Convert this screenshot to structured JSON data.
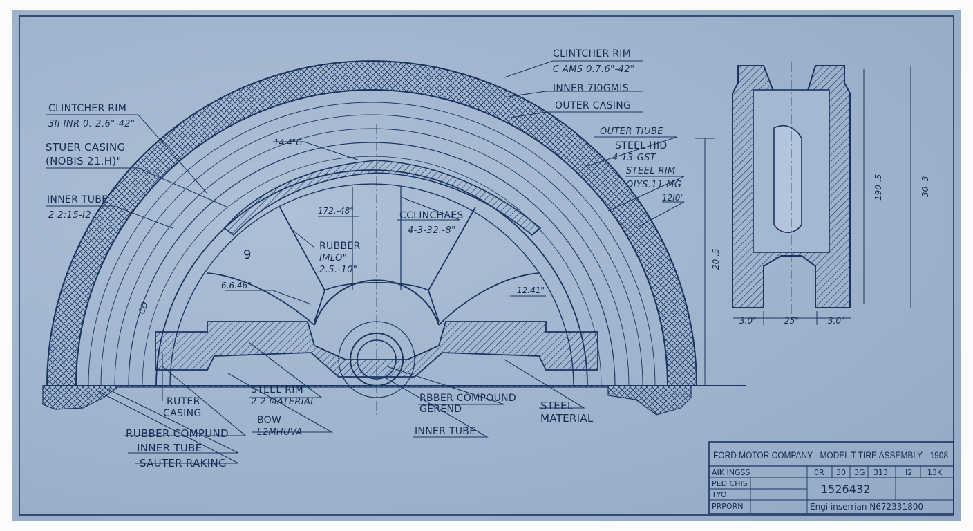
{
  "colors": {
    "paper": "#9fb3cd",
    "ink": "#19355f",
    "text": "#132c52"
  },
  "title_block": {
    "title": "FORD MOTOR COMPANY - MODEL T TIRE ASSEMBLY - 1908",
    "row_labels": [
      "AIK INGSS",
      "PED CHIS",
      "TYO",
      "PRPORN"
    ],
    "cells": [
      "0R",
      "30",
      "3G",
      "313",
      "I2",
      "13K"
    ],
    "drawing_number": "1526432",
    "engineer": "Engi inserrian  N672331800"
  },
  "labels": {
    "clintcher_rim_top": "CLINTCHER RIM",
    "clintcher_rim_top_dim": "C AMS 0.7.6\"-42\"",
    "inner_tube_top": "INNER 7I0GMIS",
    "outer_casing_top": "OUTER CASING",
    "clintcher_rim_left": "CLINTCHER RIM",
    "clintcher_rim_left_dim": "3II INR 0.-2.6\"-42\"",
    "stuer_casing": "STUER CASING",
    "stuer_casing_dim": "(NOBIS 21.H)\"",
    "inner_tube_left": "INNER TUBE",
    "inner_tube_left_dim": "2 2:15-I2",
    "outer_tube_right": "OUTER TIUBE",
    "steel_hid": "STEEL HID",
    "steel_hid_dim": "4 13-GST",
    "steel_rim_right": "STEEL RIM",
    "steel_rim_right_dim": "OIYS.11 MG",
    "dim_1210": "12I0\"",
    "dim_144": "14 4\"G",
    "dim_172": "172.-48\"",
    "cclinchaes": "CCLINCHAES",
    "cclinchaes_dim": "4-3-32.-8\"",
    "rubber_center": "RUBBER",
    "imlo": "IMLO\"",
    "imlo_dim": "2.5.-10\"",
    "nine": "9",
    "dim_66": "6.6.46\"",
    "dim_1241": "12.41\"",
    "cd": "CD",
    "steel_rim_bottom": "STEEL RIM",
    "steel_rim_bottom_dim": "2 2 MATERIAL",
    "ruter": "RUTER",
    "casing": "CASING",
    "rbber_compound": "RBBER COMPOUND",
    "gerend": "GEREND",
    "steel": "STEEL",
    "material": "MATERIAL",
    "rubber_compund": "RUBBER COMPUND",
    "bow": "BOW",
    "l2mhuva": "L2MHUVA",
    "inner_tube_bottom": "INNER TUBE",
    "inner_tube_bottom2": "INNER TUBE",
    "sauter_raking": "SAUTER RAKING",
    "dim_205": "20 .5",
    "dim_190": "190 .5",
    "dim_303": "30 .3",
    "dim_30a": "3.0\"",
    "dim_25": "25\"",
    "dim_30b": "3.0\""
  }
}
